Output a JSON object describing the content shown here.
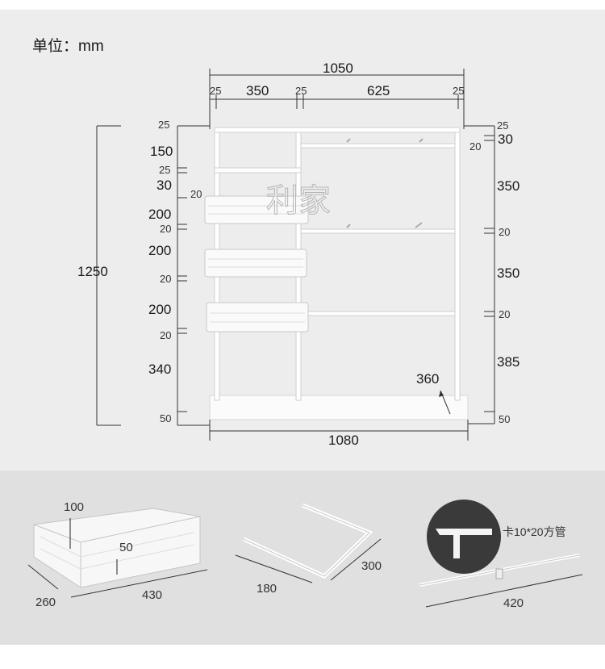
{
  "unit_label": "单位：mm",
  "top_dims": {
    "total_width": "1050",
    "seg_25_a": "25",
    "seg_350": "350",
    "seg_25_b": "25",
    "seg_625": "625",
    "seg_25_c": "25",
    "base_width": "1080",
    "total_height": "1250",
    "base_depth": "360"
  },
  "left_dims": {
    "d25_top": "25",
    "d150": "150",
    "d25": "25",
    "d30": "30",
    "d20_inner": "20",
    "d200_a": "200",
    "d20_a": "20",
    "d200_b": "200",
    "d20_b": "20",
    "d200_c": "200",
    "d20_c": "20",
    "d340": "340",
    "d50": "50"
  },
  "right_dims": {
    "d25_top": "25",
    "d20_top": "20",
    "d30": "30",
    "d350_a": "350",
    "d20_a": "20",
    "d350_b": "350",
    "d20_b": "20",
    "d385": "385",
    "d50": "50"
  },
  "basket": {
    "height": "100",
    "inner": "50",
    "depth": "260",
    "length": "430"
  },
  "hanger": {
    "length": "300",
    "arm": "180"
  },
  "rail": {
    "clip_label": "卡10*20方管",
    "length": "420"
  },
  "watermark": "利家",
  "colors": {
    "top_bg": "#ededed",
    "bottom_bg": "#e0e0e0",
    "frame": "#ffffff"
  }
}
